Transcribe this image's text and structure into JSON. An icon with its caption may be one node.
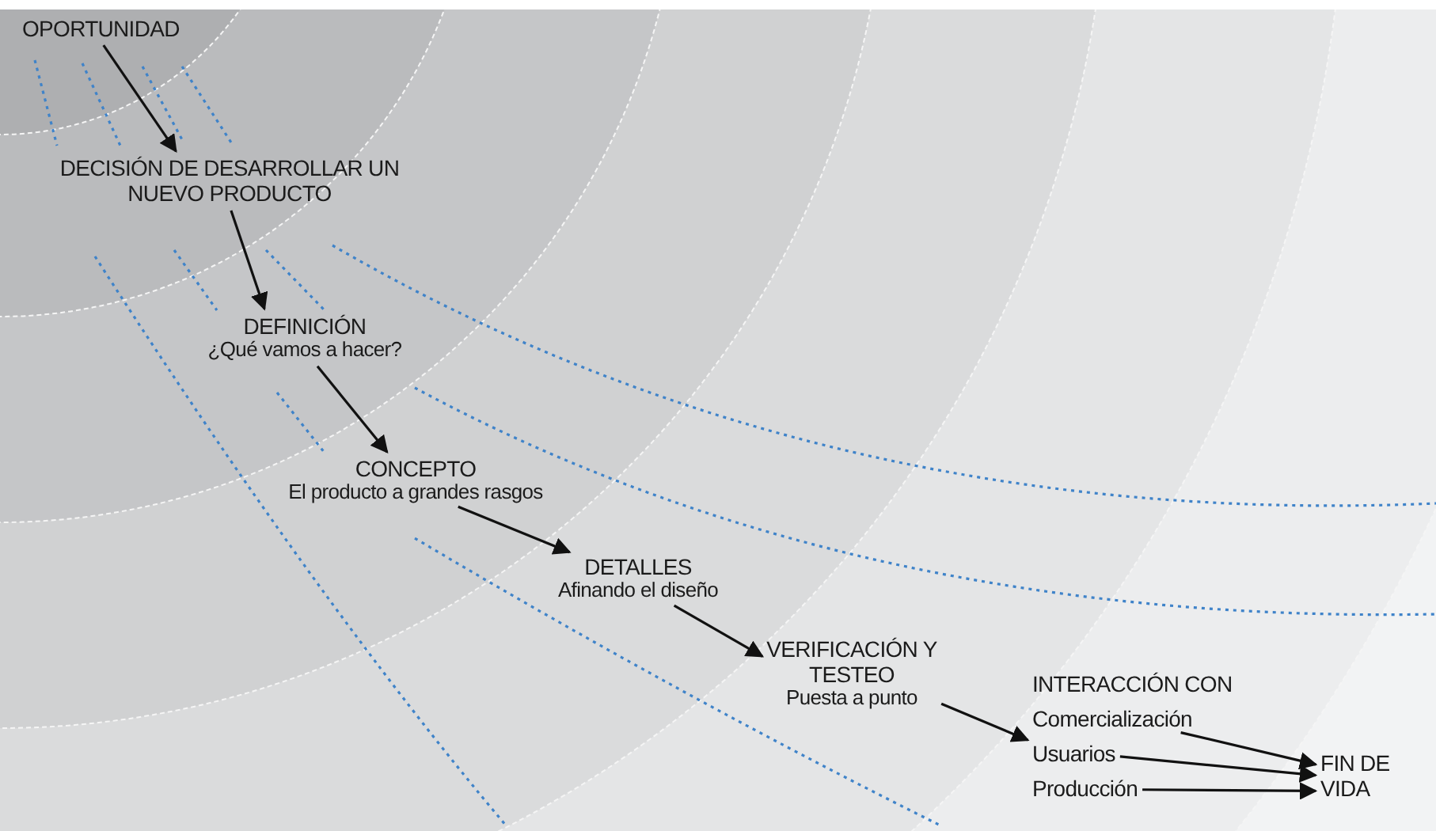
{
  "diagram": {
    "nodes": [
      {
        "text": [
          "OPORTUNIDAD"
        ]
      },
      {
        "text": [
          "DECISIÓN DE DESARROLLAR UN NUEVO PRODUCTO"
        ]
      },
      {
        "text": [
          "DEFINICIÓN",
          "¿Qué vamos a hacer?"
        ]
      },
      {
        "text": [
          "CONCEPTO",
          "El producto a grandes rasgos"
        ]
      },
      {
        "text": [
          "DETALLES",
          "Afinando el diseño"
        ]
      },
      {
        "text": [
          "VERIFICACIÓN Y TESTEO",
          "Puesta a punto"
        ]
      },
      {
        "text": [
          "INTERACCIÓN CON"
        ]
      },
      {
        "text": [
          "Comercialización"
        ],
        "in": 6
      },
      {
        "text": [
          "Usuarios"
        ],
        "in": 6
      },
      {
        "text": [
          "Producción"
        ],
        "in": 6
      },
      {
        "text": [
          "FIN DE VIDA"
        ]
      }
    ],
    "edges": [
      {
        "from": 0,
        "to": 1,
        "arrow": "to"
      },
      {
        "from": 1,
        "to": 2,
        "arrow": "to"
      },
      {
        "from": 2,
        "to": 3,
        "arrow": "to"
      },
      {
        "from": 3,
        "to": 4,
        "arrow": "to"
      },
      {
        "from": 4,
        "to": 5,
        "arrow": "to"
      },
      {
        "from": 5,
        "to": 6,
        "arrow": "to"
      },
      {
        "from": 7,
        "to": 10,
        "arrow": "to"
      },
      {
        "from": 8,
        "to": 10,
        "arrow": "to"
      },
      {
        "from": 9,
        "to": 10,
        "arrow": "to"
      }
    ]
  }
}
